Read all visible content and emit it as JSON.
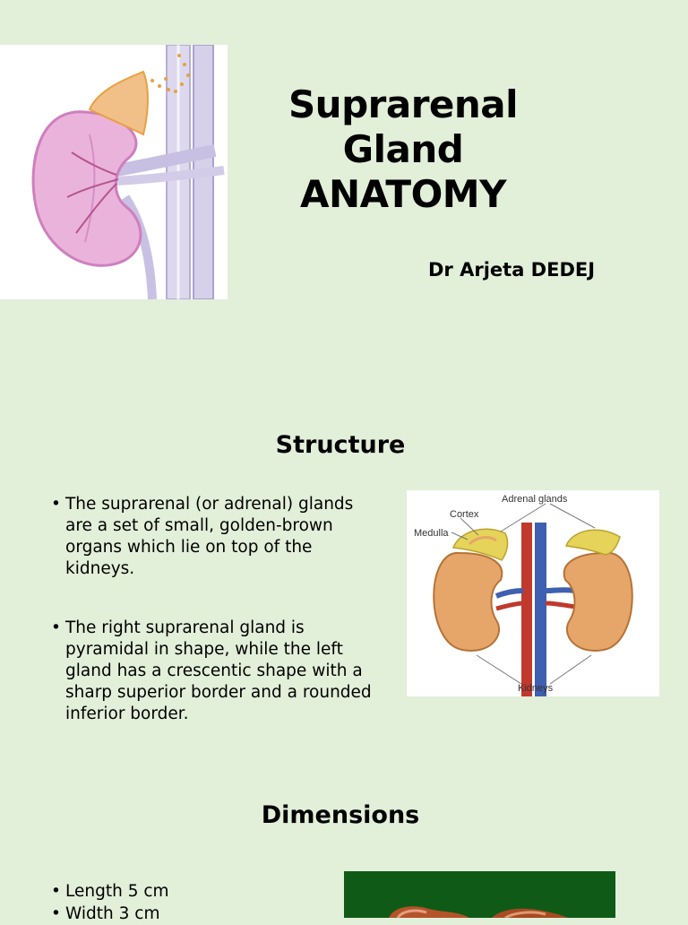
{
  "slide1": {
    "title_line1": "Suprarenal Gland",
    "title_line2": "ANATOMY",
    "author": "Dr Arjeta DEDEJ"
  },
  "structure": {
    "heading": "Structure",
    "bullets": [
      "The suprarenal (or adrenal) glands are a set of small, golden-brown organs which lie on top of the kidneys.",
      "The right suprarenal gland is pyramidal in shape, while the left gland has a crescentic shape with a sharp superior border and a rounded inferior border."
    ],
    "diagram_labels": {
      "adrenal_glands": "Adrenal glands",
      "cortex": "Cortex",
      "medulla": "Medulla",
      "kidneys": "Kidneys"
    }
  },
  "dimensions": {
    "heading": "Dimensions",
    "bullets": [
      "Length 5 cm",
      "Width 3 cm"
    ]
  },
  "colors": {
    "background": "#e2efd9",
    "kidney_pink": "#e9a9d8",
    "gland_orange": "#e8a040",
    "kidney_tan": "#e6a66a",
    "gland_yellow": "#e6d35a",
    "vein_blue": "#3f5fb0",
    "artery_red": "#c0392b",
    "photo_green": "#0f5a17"
  }
}
